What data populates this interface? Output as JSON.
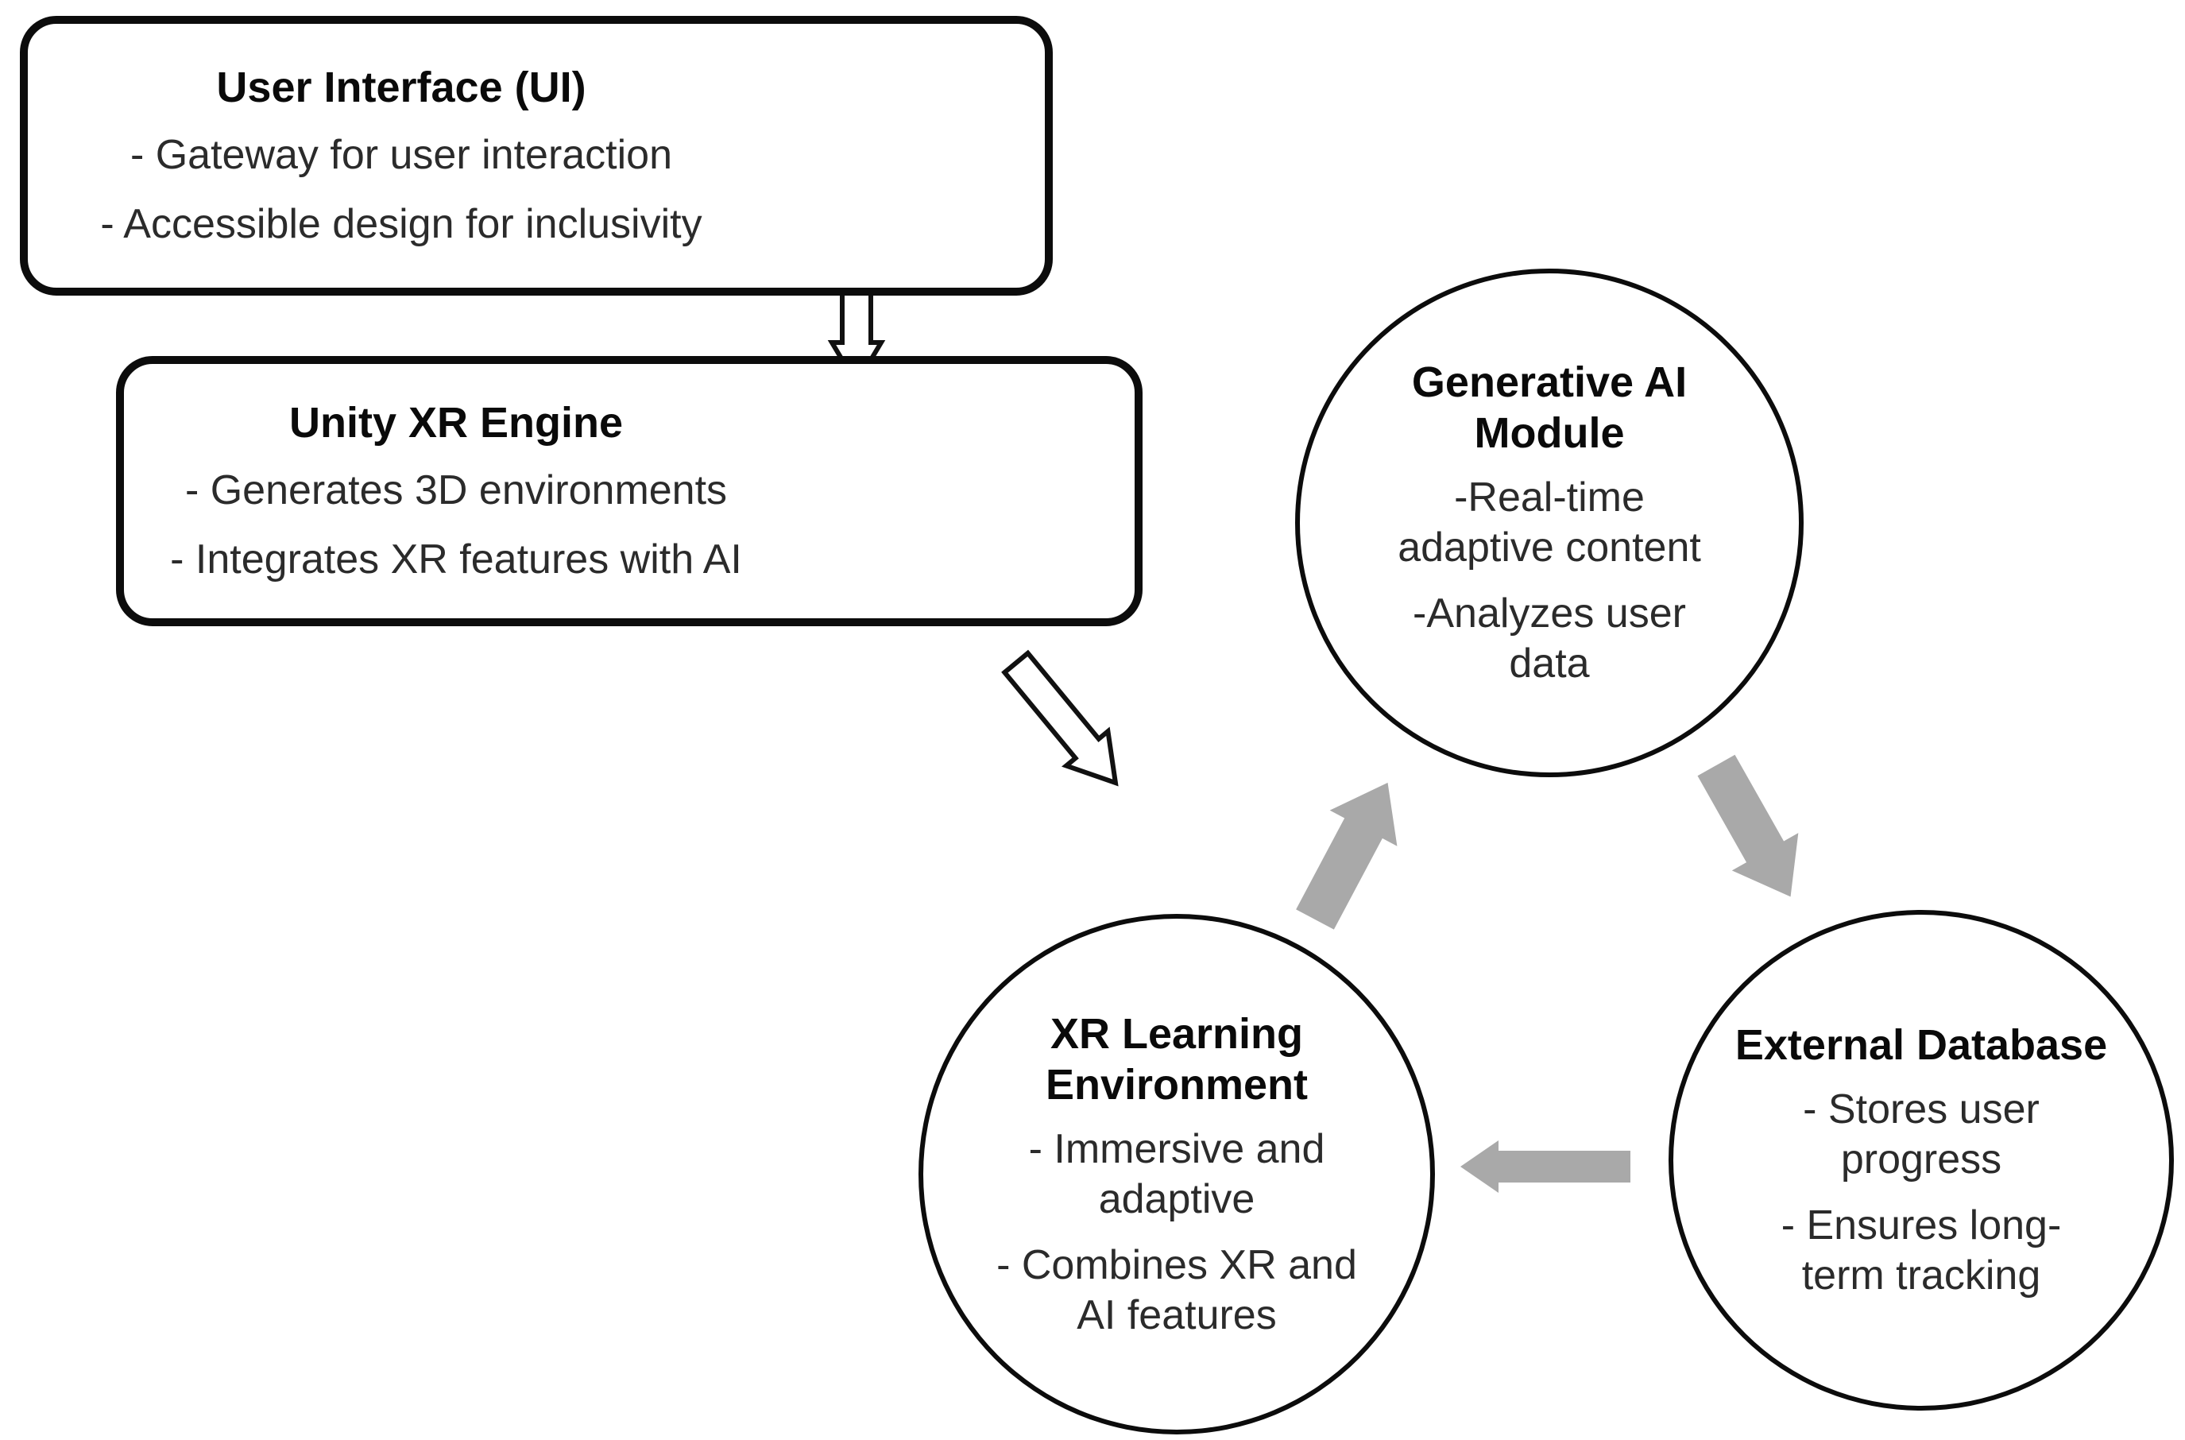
{
  "boxes": [
    {
      "title": "User Interface (UI)",
      "bullets": [
        "- Gateway for user interaction",
        "- Accessible design for inclusivity"
      ]
    },
    {
      "title": "Unity XR Engine",
      "bullets": [
        "- Generates 3D environments",
        "- Integrates XR features with AI"
      ]
    }
  ],
  "circles": [
    {
      "title": "Generative AI\nModule",
      "bullets": [
        "-Real-time\nadaptive content",
        "-Analyzes user\ndata"
      ]
    },
    {
      "title": "External Database",
      "bullets": [
        "- Stores user\nprogress",
        "- Ensures long-\nterm tracking"
      ]
    },
    {
      "title": "XR Learning\nEnvironment",
      "bullets": [
        "- Immersive and\nadaptive",
        "- Combines XR and\nAI features"
      ]
    }
  ],
  "arrows": [
    {
      "from": "User Interface (UI)",
      "to": "Unity XR Engine",
      "style": "outline",
      "direction": "down"
    },
    {
      "from": "Unity XR Engine",
      "to": "XR Learning Environment",
      "style": "outline",
      "direction": "down-right"
    },
    {
      "from": "XR Learning Environment",
      "to": "Generative AI Module",
      "style": "solid-gray",
      "direction": "up-right"
    },
    {
      "from": "Generative AI Module",
      "to": "External Database",
      "style": "solid-gray",
      "direction": "down-right"
    },
    {
      "from": "External Database",
      "to": "XR Learning Environment",
      "style": "solid-gray",
      "direction": "left"
    }
  ],
  "colors": {
    "shape_fill": "#ffffff",
    "outline": "#0c0c0c",
    "gray_arrow": "#a9a9a9",
    "white_arrow_fill": "#ffffff",
    "white_arrow_stroke": "#111111"
  }
}
